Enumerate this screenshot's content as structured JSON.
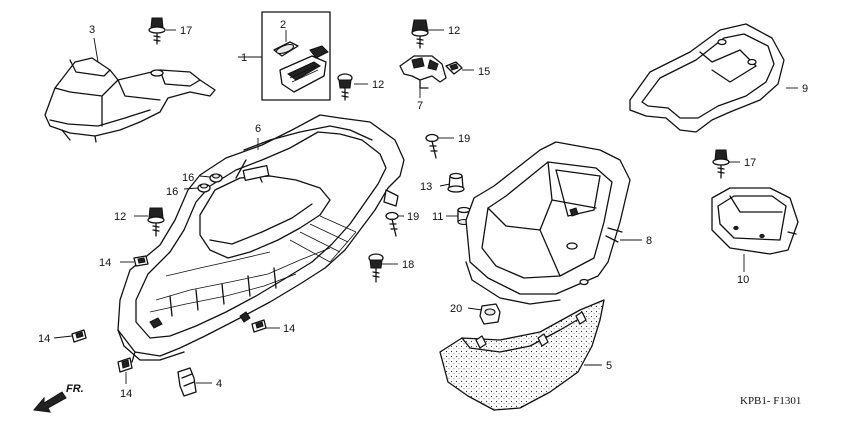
{
  "diagram": {
    "code": "KPB1- F1301",
    "direction_label": "FR.",
    "callouts": {
      "c1": "1",
      "c2": "2",
      "c3": "3",
      "c4": "4",
      "c5": "5",
      "c6": "6",
      "c7": "7",
      "c8": "8",
      "c9": "9",
      "c10": "10",
      "c11": "11",
      "c12a": "12",
      "c12b": "12",
      "c12c": "12",
      "c13": "13",
      "c14a": "14",
      "c14b": "14",
      "c14c": "14",
      "c14d": "14",
      "c15": "15",
      "c16a": "16",
      "c16b": "16",
      "c17a": "17",
      "c17b": "17",
      "c18": "18",
      "c19a": "19",
      "c19b": "19",
      "c20": "20"
    }
  }
}
